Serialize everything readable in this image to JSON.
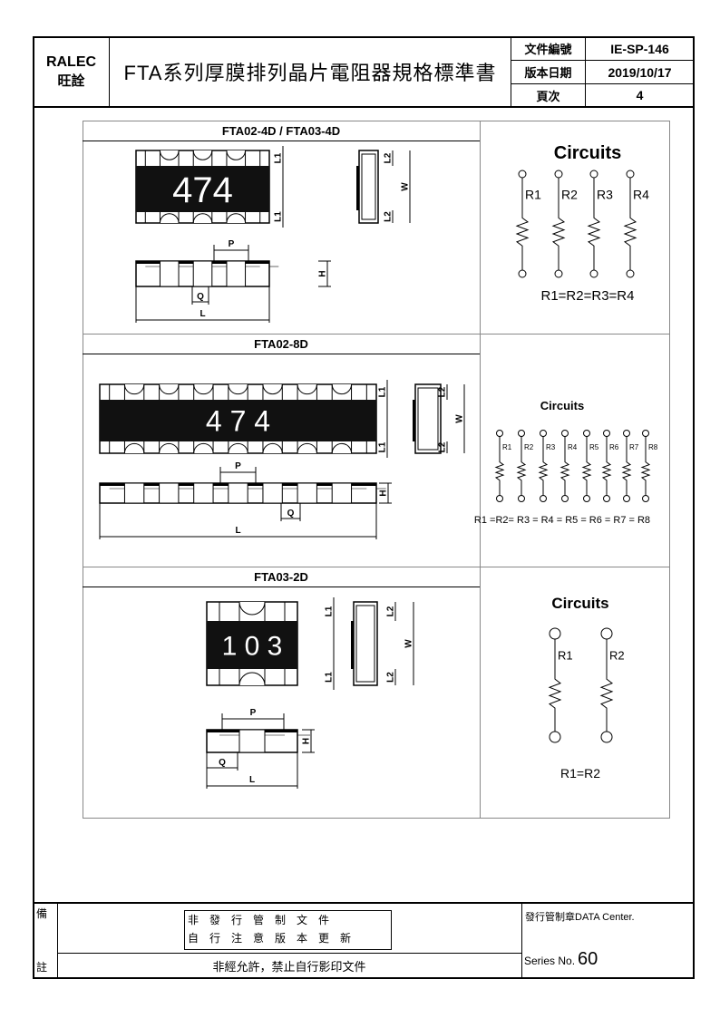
{
  "header": {
    "company": "RALEC",
    "company_cn": "旺詮",
    "title": "FTA系列厚膜排列晶片電阻器規格標準書",
    "doc_no_label": "文件編號",
    "doc_no": "IE-SP-146",
    "version_label": "版本日期",
    "version": "2019/10/17",
    "page_label": "頁次",
    "page": "4"
  },
  "sections": [
    {
      "title": "FTA02-4D / FTA03-4D",
      "marking": "474",
      "dims": {
        "l1": "L1",
        "l2": "L2",
        "w": "W",
        "p": "P",
        "h": "H",
        "q": "Q",
        "l": "L"
      },
      "circuits": {
        "title": "Circuits",
        "resistors": [
          "R1",
          "R2",
          "R3",
          "R4"
        ],
        "equation": "R1=R2=R3=R4"
      }
    },
    {
      "title": "FTA02-8D",
      "marking": "4 7 4",
      "dims": {
        "l1": "L1",
        "l2": "L2",
        "w": "W",
        "p": "P",
        "h": "H",
        "q": "Q",
        "l": "L"
      },
      "circuits": {
        "title": "Circuits",
        "resistors": [
          "R1",
          "R2",
          "R3",
          "R4",
          "R5",
          "R6",
          "R7",
          "R8"
        ],
        "equation": "R1 =R2= R3 = R4 = R5 = R6 = R7 = R8"
      }
    },
    {
      "title": "FTA03-2D",
      "marking": "1 0 3",
      "dims": {
        "l1": "L1",
        "l2": "L2",
        "w": "W",
        "p": "P",
        "h": "H",
        "q": "Q",
        "l": "L"
      },
      "circuits": {
        "title": "Circuits",
        "resistors": [
          "R1",
          "R2"
        ],
        "equation": "R1=R2"
      }
    }
  ],
  "footer": {
    "remark_label_top": "備",
    "remark_label_bottom": "註",
    "notice_line1": "非　發　行　管　制　文　件",
    "notice_line2": "自　行　注　意　版　本　更　新",
    "copy_notice": "非經允許，禁止自行影印文件",
    "control_stamp": "發行管制章DATA Center.",
    "series_label": "Series No.",
    "series_no": "60"
  }
}
